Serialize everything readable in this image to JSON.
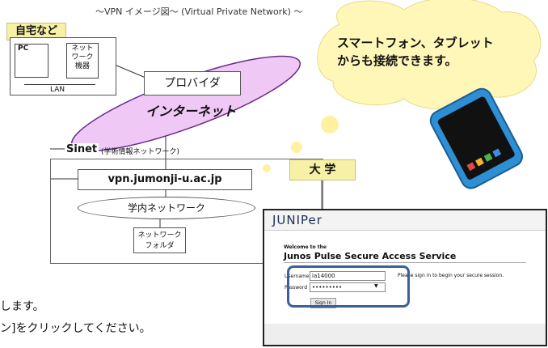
{
  "title": "〜VPN イメージ図〜 (Virtual Private Network) 〜",
  "home": {
    "label": "自宅など",
    "pc": "PC",
    "network_device": [
      "ネット",
      "ワーク",
      "機器"
    ],
    "lan": "LAN"
  },
  "provider": "プロバイダ",
  "internet": "インターネット",
  "sinet": {
    "label": "Sinet",
    "sub": "(学術情報ネットワーク)"
  },
  "university": {
    "label": "大 学",
    "vpn_host": "vpn.jumonji-u.ac.jp",
    "campus_network": "学内ネットワーク",
    "folder": [
      "ネットワーク",
      "フォルダ"
    ]
  },
  "bubble": [
    "スマートフォン、タブレット",
    "からも接続できます。"
  ],
  "bottom_text": [
    "します。",
    "ン]をクリックしてください。"
  ],
  "login_screenshot": {
    "logo": "JUNIPer",
    "welcome": "Welcome to the",
    "service": "Junos Pulse Secure Access Service",
    "username_label": "Username",
    "username_value": "ia14000",
    "password_label": "Password",
    "password_value": "•••••••••",
    "hint": "Please sign in to begin your secure session.",
    "signin": "Sign In"
  },
  "colors": {
    "internet_fill": "#f0c8f5",
    "label_fill": "#f6f1a6",
    "bubble_fill": "#fff7b8",
    "highlight": "#3c5f9a",
    "phone_body": "#2e8fd4"
  }
}
